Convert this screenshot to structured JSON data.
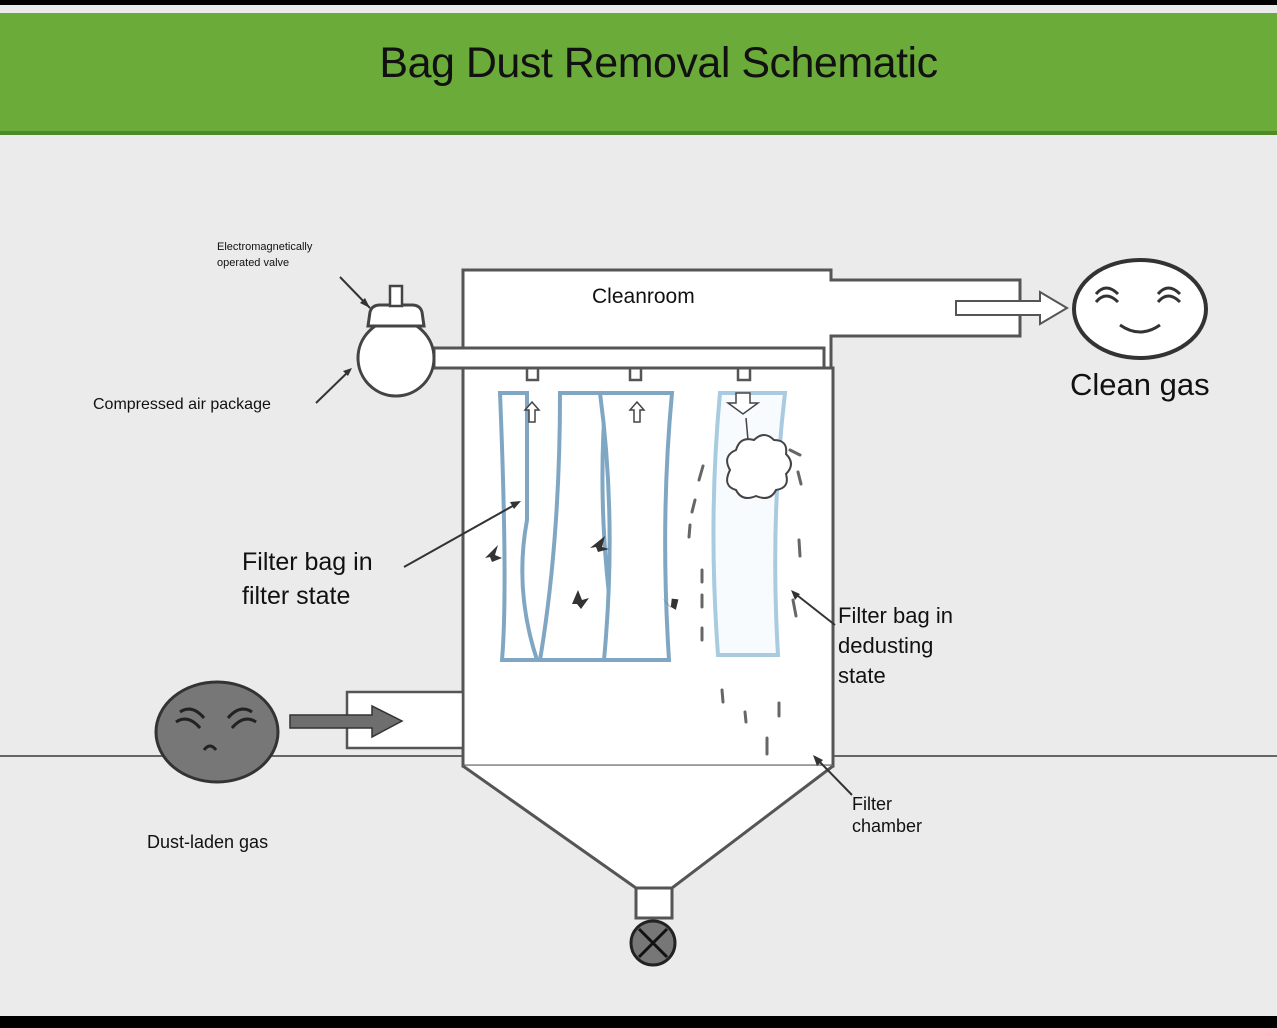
{
  "header": {
    "title": "Bag Dust Removal Schematic"
  },
  "labels": {
    "valve": "Electromagnetically\noperated valve",
    "compressed_air": "Compressed air package",
    "cleanroom": "Cleanroom",
    "clean_gas": "Clean gas",
    "filter_bag_filter": "Filter bag in\nfilter state",
    "filter_bag_dedusting": "Filter bag in\ndedusting\nstate",
    "dust_laden_gas": "Dust-laden gas",
    "filter_chamber": "Filter\nchamber"
  },
  "colors": {
    "header": "#6aab3a",
    "bag_outline": "#7fa7c4",
    "line": "#555555"
  },
  "icons": [
    "happy-face-icon",
    "sad-face-icon",
    "discharge-valve-icon"
  ]
}
